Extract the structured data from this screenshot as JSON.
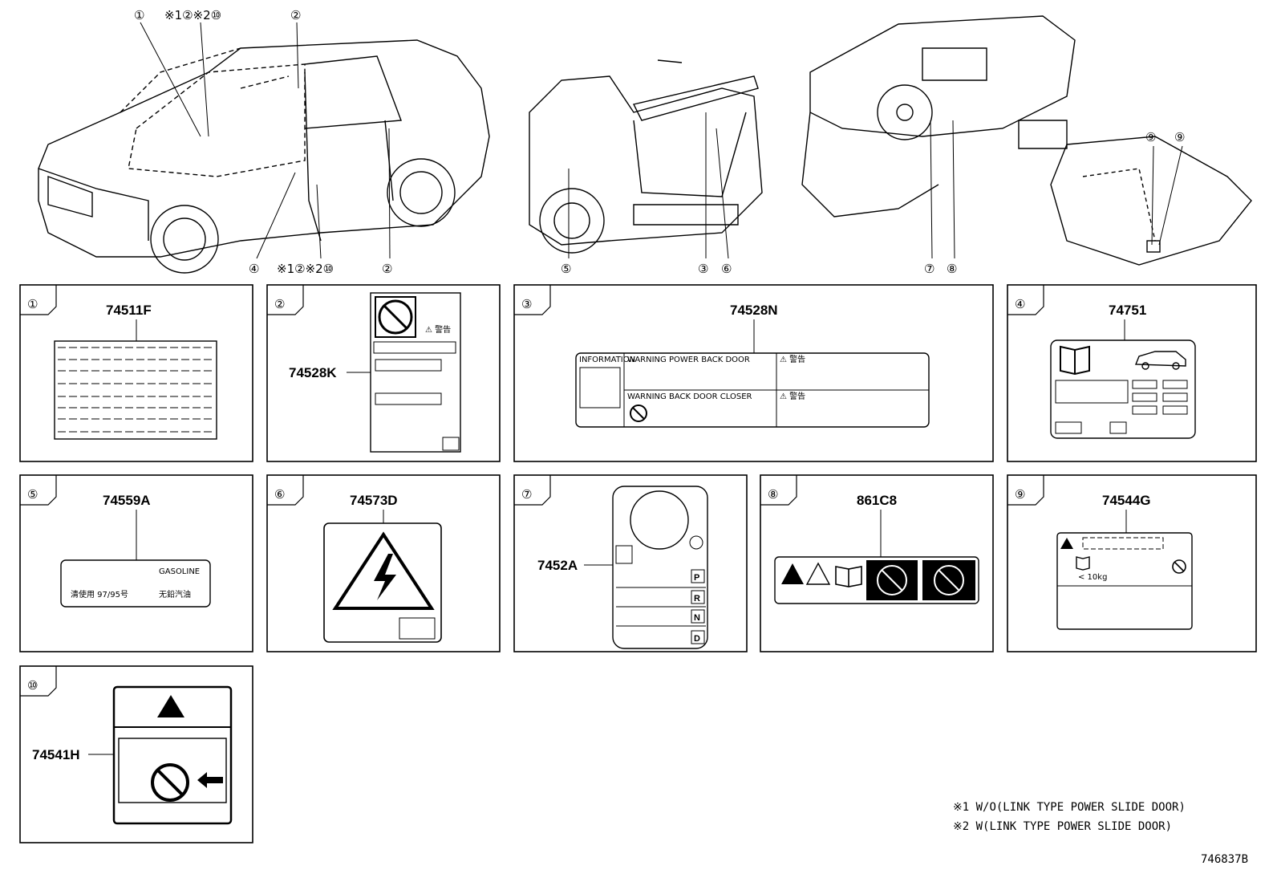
{
  "callouts_top": {
    "c1": "①",
    "c_note1_2_note2_10_a": "※1②※2⑩",
    "c2_a": "②",
    "c4": "④",
    "c_note1_2_note2_10_b": "※1②※2⑩",
    "c2_b": "②",
    "c5": "⑤",
    "c3": "③",
    "c6": "⑥",
    "c9_a": "⑨",
    "c9_b": "⑨",
    "c7": "⑦",
    "c8": "⑧"
  },
  "panels": [
    {
      "index": "①",
      "part": "74511F"
    },
    {
      "index": "②",
      "part": "74528K"
    },
    {
      "index": "③",
      "part": "74528N"
    },
    {
      "index": "④",
      "part": "74751"
    },
    {
      "index": "⑤",
      "part": "74559A"
    },
    {
      "index": "⑥",
      "part": "74573D"
    },
    {
      "index": "⑦",
      "part": "7452A"
    },
    {
      "index": "⑧",
      "part": "861C8"
    },
    {
      "index": "⑨",
      "part": "74544G"
    },
    {
      "index": "⑩",
      "part": "74541H"
    }
  ],
  "label_texts": {
    "p2_warning": "⚠ 警告",
    "p3_information": "INFORMATION",
    "p3_warning1": "WARNING POWER BACK DOOR",
    "p3_warning2": "WARNING BACK DOOR CLOSER",
    "p3_jp1": "⚠ 警告",
    "p3_jp2": "⚠ 警告",
    "p5_fuel": "GASOLINE",
    "p5_cn1": "清使用 97/95号",
    "p5_cn2": "无鉛汽油",
    "p7_gears": [
      "P",
      "R",
      "N",
      "D"
    ],
    "p9_weight": "< 10kg"
  },
  "notes": [
    "※1 W/O(LINK TYPE POWER SLIDE DOOR)",
    "※2 W(LINK TYPE POWER SLIDE DOOR)"
  ],
  "diagram_id": "746837B"
}
